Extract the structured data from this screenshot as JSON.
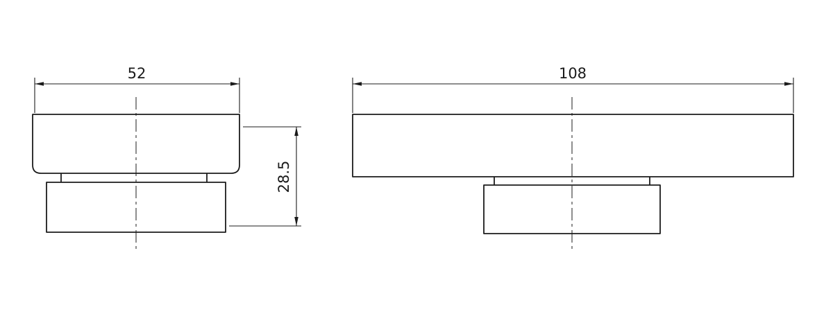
{
  "colors": {
    "line": "#1b1b1b",
    "background": "#ffffff"
  },
  "left_view": {
    "width_dimension": "52",
    "height_dimension": "28.5"
  },
  "right_view": {
    "width_dimension": "108"
  }
}
